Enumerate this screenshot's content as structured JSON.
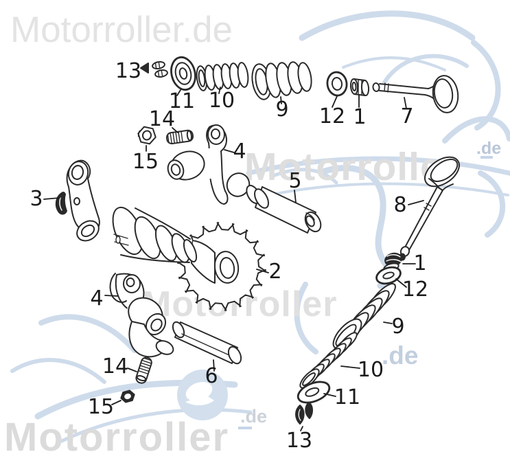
{
  "diagram": {
    "background": "#ffffff",
    "line_color": "#2a2a2a",
    "watermark_gray": "#e2e2e2",
    "watermark_blue": "#c6d5e8"
  },
  "watermarks": {
    "top_left": "Motorroller.de",
    "middle_right": "Motorroller",
    "middle_right_de": ".de",
    "center": "Motorroller",
    "center_de": ".de",
    "bottom_left": "Motorroller",
    "bottom_left_de": ".de"
  },
  "callouts": [
    {
      "number": "13"
    },
    {
      "number": "11"
    },
    {
      "number": "10"
    },
    {
      "number": "9"
    },
    {
      "number": "12"
    },
    {
      "number": "1"
    },
    {
      "number": "7"
    },
    {
      "number": "14"
    },
    {
      "number": "15"
    },
    {
      "number": "4"
    },
    {
      "number": "3"
    },
    {
      "number": "5"
    },
    {
      "number": "2"
    },
    {
      "number": "8"
    },
    {
      "number": "1"
    },
    {
      "number": "12"
    },
    {
      "number": "9"
    },
    {
      "number": "10"
    },
    {
      "number": "11"
    },
    {
      "number": "13"
    },
    {
      "number": "4"
    },
    {
      "number": "6"
    },
    {
      "number": "14"
    },
    {
      "number": "15"
    }
  ]
}
